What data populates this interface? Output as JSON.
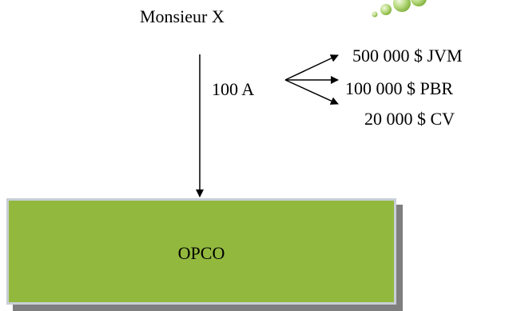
{
  "shareholder": {
    "label": "Monsieur X"
  },
  "shares": {
    "label": "100 A"
  },
  "attributes": [
    {
      "label": "500 000 $ JVM"
    },
    {
      "label": "100 000 $ PBR"
    },
    {
      "label": "20 000 $ CV"
    }
  ],
  "company": {
    "label": "OPCO"
  },
  "colors": {
    "box_fill": "#92b83e",
    "box_border": "#c8cfd6",
    "box_shadow": "#7f7f7f",
    "decoration_dots": "#9ccb4a"
  },
  "decoration": {
    "icon": "green-dots-icon"
  }
}
